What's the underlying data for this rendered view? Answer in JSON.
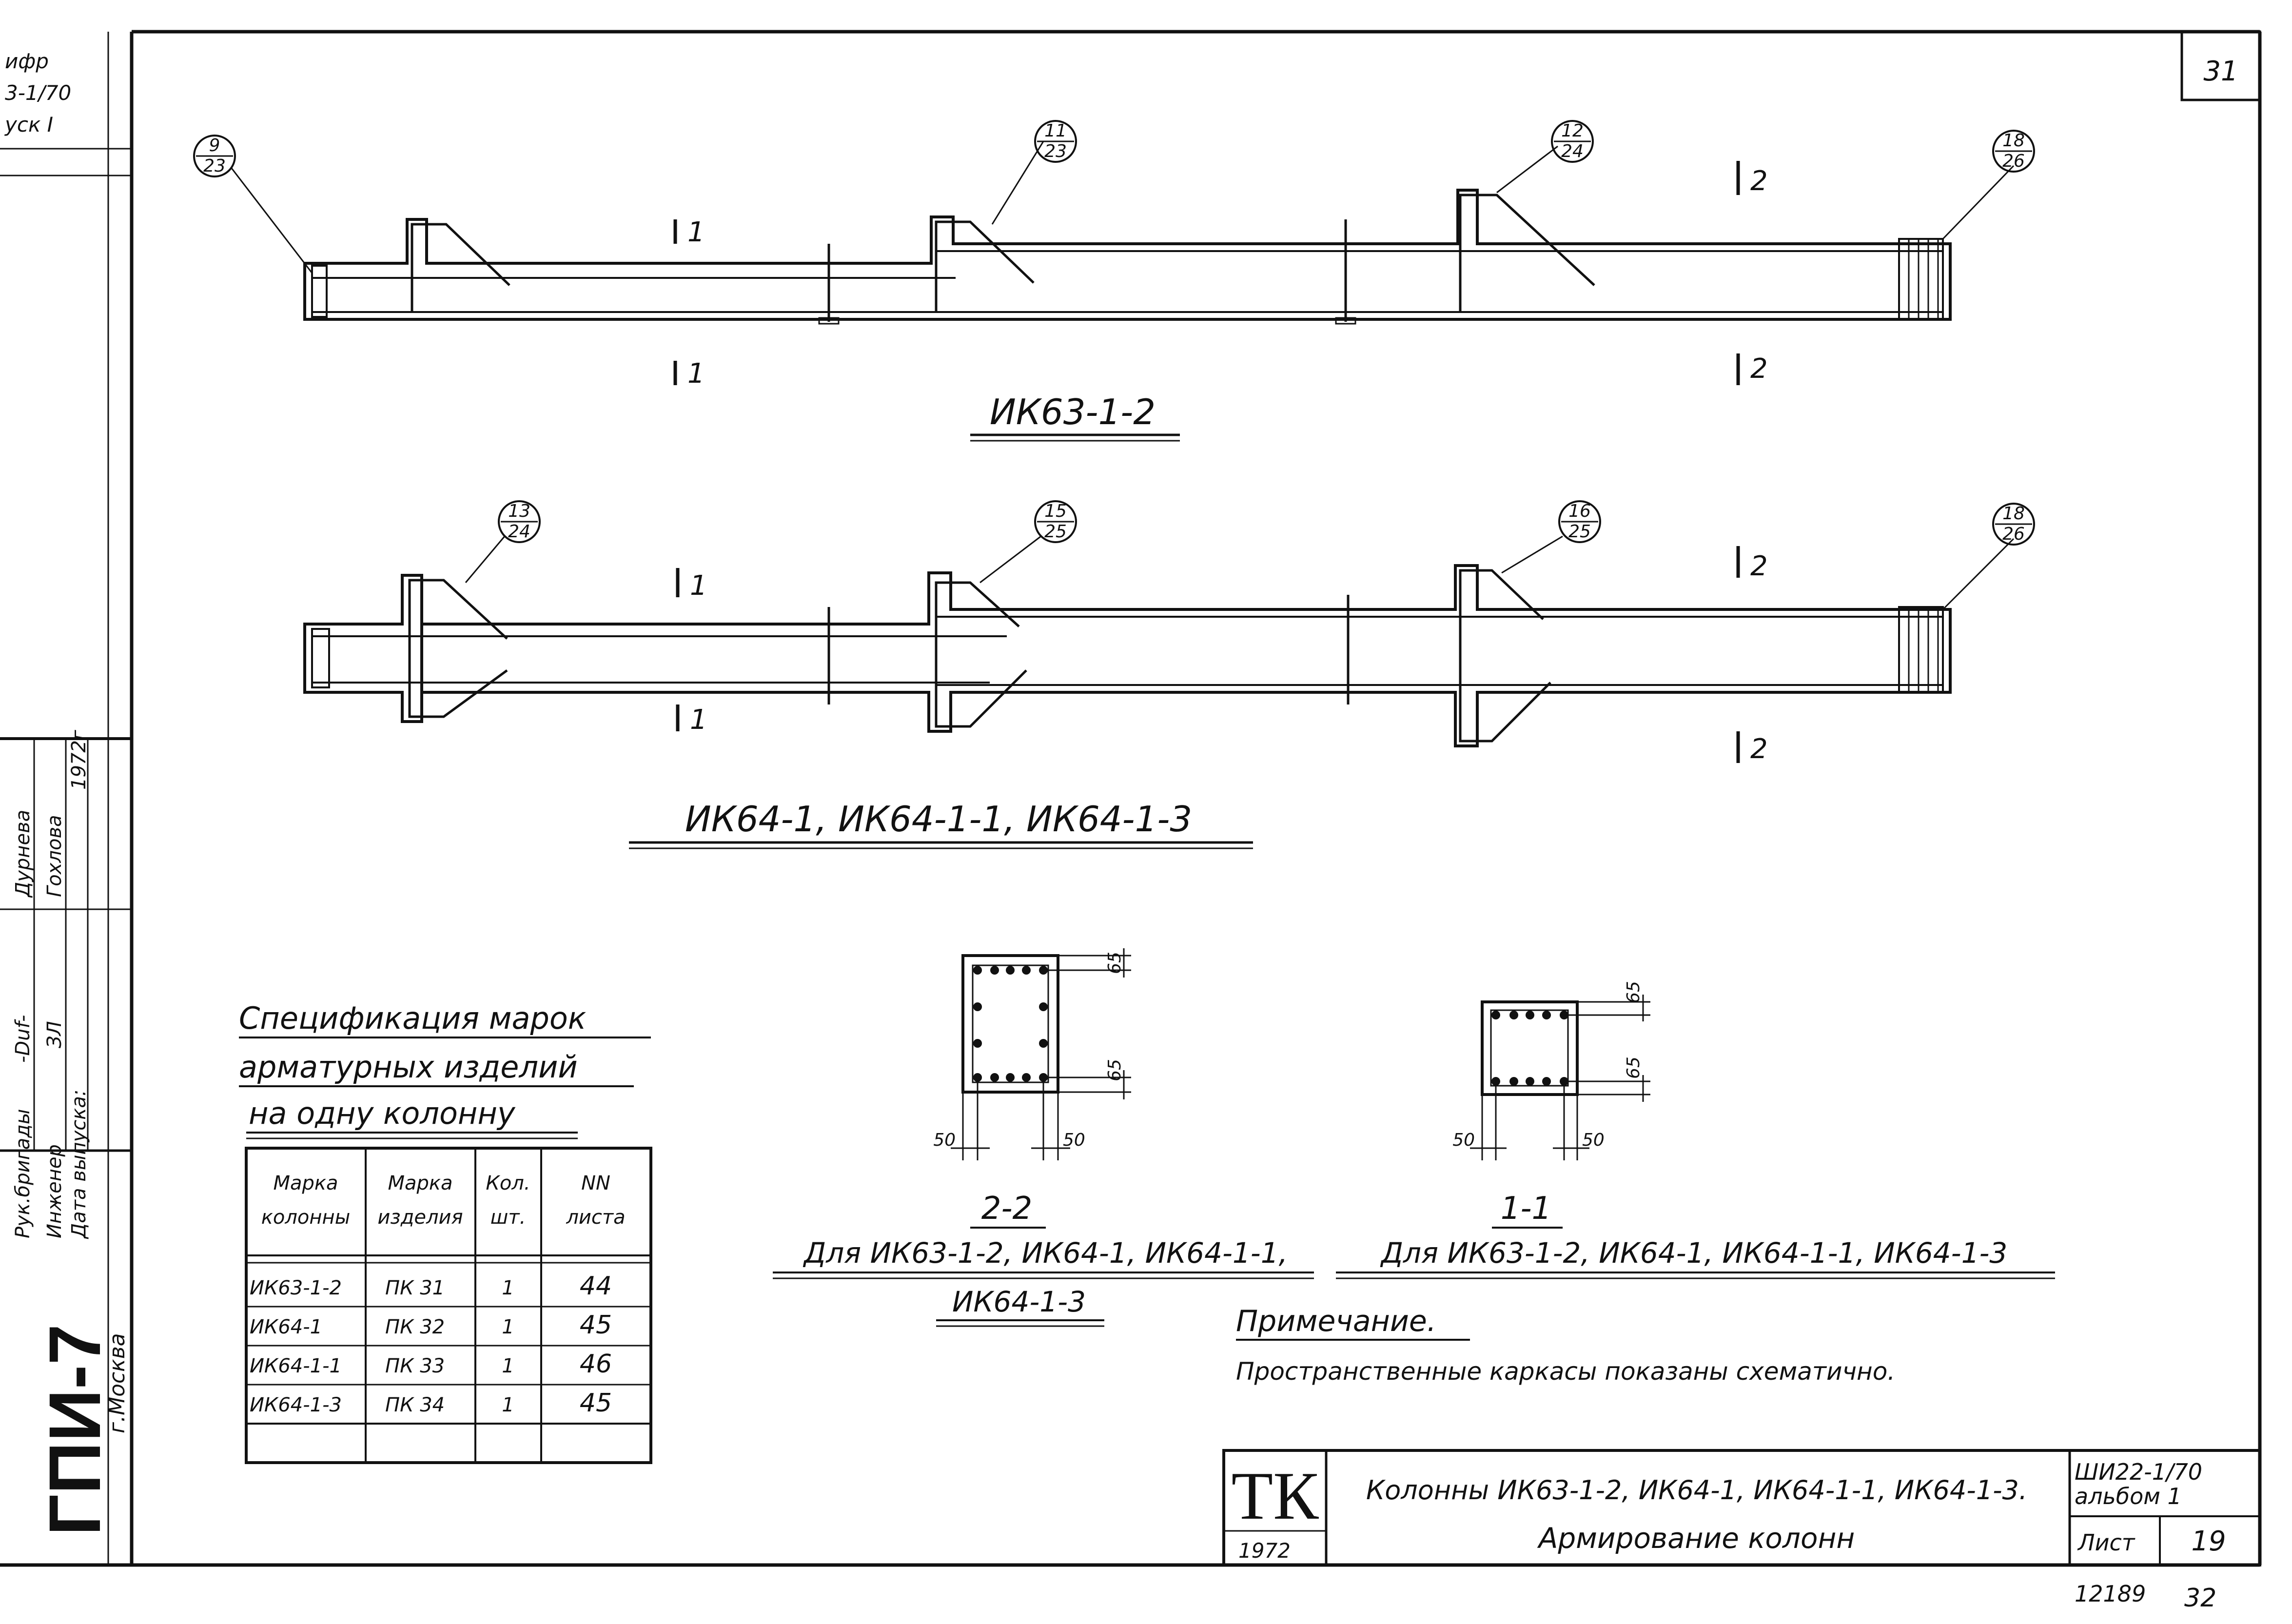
{
  "sheet": {
    "top_sheet_number": "31",
    "left_strip": {
      "code_lines": [
        "ифр",
        "3-1/70",
        "уск I"
      ],
      "roles": [
        "Рук.бригады",
        "Инженер",
        "Дата выпуска:"
      ],
      "names": [
        "Дурнева",
        "Гохлова",
        "1972г"
      ],
      "sign_marks": [
        "-Duf-",
        "ЗЛ"
      ],
      "org": "ГПИ-7",
      "city": "г.Москва"
    },
    "stamp_numbers": [
      "12189",
      "32"
    ]
  },
  "drawing1": {
    "title": "ИК63-1-2",
    "callouts": [
      {
        "top": "9",
        "bottom": "23"
      },
      {
        "top": "11",
        "bottom": "23"
      },
      {
        "top": "12",
        "bottom": "24"
      },
      {
        "top": "18",
        "bottom": "26"
      }
    ],
    "cut_labels": [
      "1",
      "1",
      "2",
      "2"
    ]
  },
  "drawing2": {
    "title": "ИК64-1, ИК64-1-1, ИК64-1-3",
    "callouts": [
      {
        "top": "13",
        "bottom": "24"
      },
      {
        "top": "15",
        "bottom": "25"
      },
      {
        "top": "16",
        "bottom": "25"
      },
      {
        "top": "18",
        "bottom": "26"
      }
    ],
    "cut_labels": [
      "1",
      "1",
      "2",
      "2"
    ]
  },
  "section22": {
    "title": "2-2",
    "subtitle_line1": "Для ИК63-1-2, ИК64-1, ИК64-1-1,",
    "subtitle_line2": "ИК64-1-3",
    "dims": [
      "65",
      "65",
      "50",
      "50"
    ]
  },
  "section11": {
    "title": "1-1",
    "subtitle": "Для ИК63-1-2, ИК64-1, ИК64-1-1, ИК64-1-3",
    "dims": [
      "65",
      "65",
      "50",
      "50"
    ]
  },
  "spec": {
    "title_lines": [
      "Спецификация марок",
      "арматурных изделий",
      "на одну колонну"
    ],
    "headers": [
      [
        "Марка",
        "колонны"
      ],
      [
        "Марка",
        "изделия"
      ],
      [
        "Кол.",
        "шт."
      ],
      [
        "NN",
        "листа"
      ]
    ],
    "rows": [
      [
        "ИК63-1-2",
        "ПК 31",
        "1",
        "44"
      ],
      [
        "ИК64-1",
        "ПК 32",
        "1",
        "45"
      ],
      [
        "ИК64-1-1",
        "ПК 33",
        "1",
        "46"
      ],
      [
        "ИК64-1-3",
        "ПК 34",
        "1",
        "45"
      ]
    ]
  },
  "note": {
    "title": "Примечание.",
    "text": "Пространственные каркасы показаны схематично."
  },
  "titleblock": {
    "logo": "ТК",
    "year": "1972",
    "line1": "Колонны ИК63-1-2, ИК64-1, ИК64-1-1, ИК64-1-3.",
    "line2": "Армирование колонн",
    "code_line1": "ШИ22-1/70",
    "code_line2": "альбом 1",
    "sheet_label": "Лист",
    "sheet_number": "19"
  }
}
